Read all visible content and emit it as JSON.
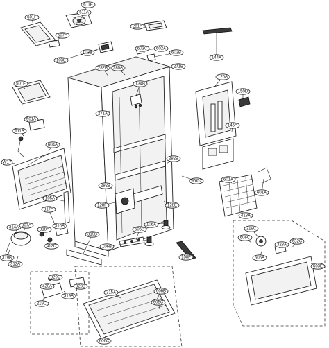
{
  "diagram": {
    "type": "exploded-parts-diagram",
    "callouts": [
      {
        "id": "c-611E",
        "label": "611E"
      },
      {
        "id": "c-611A",
        "label": "611A"
      },
      {
        "id": "c-601F",
        "label": "601F"
      },
      {
        "id": "c-607A",
        "label": "607A"
      },
      {
        "id": "c-281A",
        "label": "281A"
      },
      {
        "id": "c-103B",
        "label": "103B"
      },
      {
        "id": "c-602A",
        "label": "602A"
      },
      {
        "id": "c-603B",
        "label": "603B"
      },
      {
        "id": "c-603C",
        "label": "603C"
      },
      {
        "id": "c-144A",
        "label": "144A"
      },
      {
        "id": "c-103E",
        "label": "103E"
      },
      {
        "id": "c-282B-top",
        "label": "282B"
      },
      {
        "id": "c-280A",
        "label": "280A"
      },
      {
        "id": "c-271B",
        "label": "271B"
      },
      {
        "id": "c-120A",
        "label": "120A"
      },
      {
        "id": "c-501F",
        "label": "501F"
      },
      {
        "id": "c-134B",
        "label": "134B"
      },
      {
        "id": "c-150D",
        "label": "150D"
      },
      {
        "id": "c-271A",
        "label": "271A"
      },
      {
        "id": "c-501A",
        "label": "501A"
      },
      {
        "id": "c-611A-2",
        "label": "611A"
      },
      {
        "id": "c-145A",
        "label": "145A"
      },
      {
        "id": "c-604A",
        "label": "604A"
      },
      {
        "id": "c-W17",
        "label": "W17"
      },
      {
        "id": "c-282B-mid",
        "label": "282B"
      },
      {
        "id": "c-W652",
        "label": "W652"
      },
      {
        "id": "c-601A",
        "label": "601A"
      },
      {
        "id": "c-282B-low",
        "label": "282B"
      },
      {
        "id": "c-105A",
        "label": "105A"
      },
      {
        "id": "c-601A-2",
        "label": "601A"
      },
      {
        "id": "c-128F",
        "label": "128F"
      },
      {
        "id": "c-128E",
        "label": "128E"
      },
      {
        "id": "c-317A",
        "label": "317A"
      },
      {
        "id": "c-418A",
        "label": "418A"
      },
      {
        "id": "c-314A",
        "label": "314A"
      },
      {
        "id": "c-307A",
        "label": "307A"
      },
      {
        "id": "c-318A",
        "label": "318A"
      },
      {
        "id": "c-310A",
        "label": "310A"
      },
      {
        "id": "c-606B",
        "label": "606B"
      },
      {
        "id": "c-319B",
        "label": "319B"
      },
      {
        "id": "c-106A",
        "label": "106A"
      },
      {
        "id": "c-319C",
        "label": "319C"
      },
      {
        "id": "c-606C",
        "label": "606C"
      },
      {
        "id": "c-632C",
        "label": "632C"
      },
      {
        "id": "c-412D",
        "label": "412D"
      },
      {
        "id": "c-106B",
        "label": "106B"
      },
      {
        "id": "c-158F",
        "label": "158F"
      },
      {
        "id": "c-328A",
        "label": "328A"
      },
      {
        "id": "c-319B-2",
        "label": "319B"
      },
      {
        "id": "c-312A",
        "label": "312A"
      },
      {
        "id": "c-605A",
        "label": "605A"
      },
      {
        "id": "c-603E",
        "label": "603E"
      },
      {
        "id": "c-329C",
        "label": "329C"
      },
      {
        "id": "c-420A",
        "label": "420A"
      },
      {
        "id": "c-323B",
        "label": "323B"
      },
      {
        "id": "c-319A",
        "label": "319A"
      },
      {
        "id": "c-315A",
        "label": "315A"
      },
      {
        "id": "c-606B-2",
        "label": "606B"
      },
      {
        "id": "c-219C",
        "label": "219C"
      },
      {
        "id": "c-605C",
        "label": "605C"
      },
      {
        "id": "c-606C-2",
        "label": "606C"
      }
    ]
  }
}
